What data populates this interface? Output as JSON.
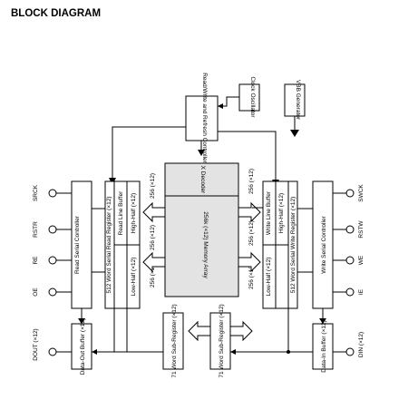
{
  "title": "BLOCK DIAGRAM",
  "blocks": {
    "rw_refresh": "Read/Write and Refresh Controller",
    "clock": "Clock Oscillator",
    "vbb": "VBB Generator",
    "x_decoder": "X Decoder",
    "memory": "256k (×12) Memory Array",
    "left_controller": "Read Serial Controller",
    "right_controller": "Write Serial Controller",
    "read_register": "512 Word Serial Read Register (×12)",
    "read_line_buffer": "Read Line Buffer",
    "read_high": "High-Half (×12)",
    "read_low": "Low-Half (×12)",
    "write_register": "512 Word Serial Write Register (×12)",
    "write_line_buffer": "Write Line Buffer",
    "write_high": "High-Half (×12)",
    "write_low": "Low-Half (×12)",
    "sub_reg_left": "71 Word Sub-Register (×12)",
    "sub_reg_right": "71 Word Sub-Register (×12)",
    "data_out": "Data-Out Buffer (×12)",
    "data_in": "Data-In Buffer (×12)"
  },
  "bus_labels": {
    "top_left": "256 (×12)",
    "top_right": "256 (×12)",
    "mid_left": "256 (×12)",
    "mid_right": "256 (×12)",
    "low_left": "256 (×12)",
    "low_right": "256 (×12)"
  },
  "pins_left": [
    "SRCK",
    "RSTR",
    "RE",
    "OE"
  ],
  "pins_right": [
    "SWCK",
    "RSTW",
    "WE",
    "IE"
  ],
  "pin_dout": "DOUT (×12)",
  "pin_din": "DIN (×12)"
}
